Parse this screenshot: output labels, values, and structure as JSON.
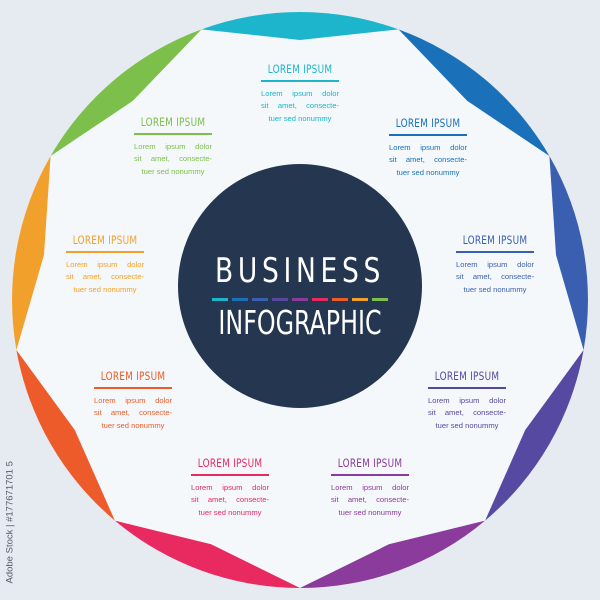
{
  "diagram": {
    "title_line1": "BUSINESS",
    "title_line2": "INFOGRAPHIC",
    "center_color": "#243650",
    "background_color": "#e5ebf1",
    "inner_color": "#f4f8fb",
    "segment_count": 9,
    "segments": [
      {
        "position": "top",
        "color": "#1cb5cb",
        "title": "LOREM IPSUM",
        "body": [
          "Lorem ipsum dolor",
          "sit amet, consecte-",
          "tuer sed nonummy"
        ]
      },
      {
        "position": "top-right",
        "color": "#1a70b9",
        "title": "LOREM IPSUM",
        "body": [
          "Lorem ipsum dolor",
          "sit amet, consecte-",
          "tuer sed nonummy"
        ]
      },
      {
        "position": "right",
        "color": "#3b5fb0",
        "title": "LOREM IPSUM",
        "body": [
          "Lorem ipsum dolor",
          "sit amet, consecte-",
          "tuer sed nonummy"
        ]
      },
      {
        "position": "lower-right",
        "color": "#5649a1",
        "title": "LOREM IPSUM",
        "body": [
          "Lorem ipsum dolor",
          "sit amet, consecte-",
          "tuer sed nonummy"
        ]
      },
      {
        "position": "bottom-right",
        "color": "#8b3b9b",
        "title": "LOREM IPSUM",
        "body": [
          "Lorem ipsum dolor",
          "sit amet, consecte-",
          "tuer sed nonummy"
        ]
      },
      {
        "position": "bottom-left",
        "color": "#e82a60",
        "title": "LOREM IPSUM",
        "body": [
          "Lorem ipsum dolor",
          "sit amet, consecte-",
          "tuer sed nonummy"
        ]
      },
      {
        "position": "lower-left",
        "color": "#ee5b2b",
        "title": "LOREM IPSUM",
        "body": [
          "Lorem ipsum dolor",
          "sit amet, consecte-",
          "tuer sed nonummy"
        ]
      },
      {
        "position": "left",
        "color": "#f2a02c",
        "title": "LOREM IPSUM",
        "body": [
          "Lorem ipsum dolor",
          "sit amet, consecte-",
          "tuer sed nonummy"
        ]
      },
      {
        "position": "top-left",
        "color": "#7cbf4b",
        "title": "LOREM IPSUM",
        "body": [
          "Lorem ipsum dolor",
          "sit amet, consecte-",
          "tuer sed nonummy"
        ]
      }
    ],
    "dash_colors": [
      "#1cb5cb",
      "#1a70b9",
      "#3b5fb0",
      "#5649a1",
      "#8b3b9b",
      "#e82a60",
      "#ee5b2b",
      "#f2a02c",
      "#7cbf4b"
    ]
  },
  "watermark": {
    "text": "Adobe Stock | #177671701 5"
  }
}
